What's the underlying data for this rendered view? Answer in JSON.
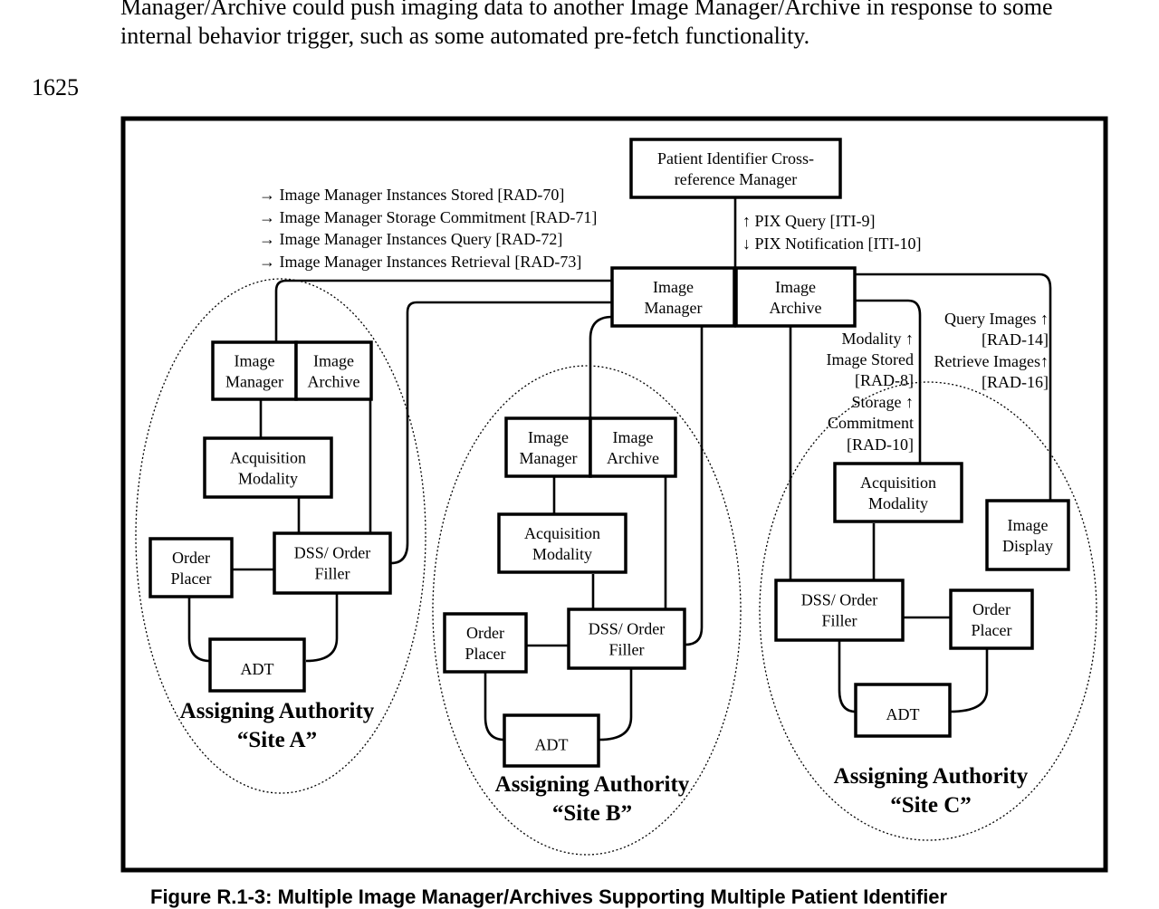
{
  "intro_text": "Manager/Archive could push imaging data to another Image Manager/Archive in response to some internal behavior trigger, such as some automated pre-fetch functionality.",
  "line_number": "1625",
  "caption": "Figure R.1-3: Multiple Image Manager/Archives Supporting Multiple Patient Identifier",
  "boxes": {
    "pix": [
      "Patient Identifier Cross-",
      "reference Manager"
    ],
    "central_manager": [
      "Image",
      "Manager"
    ],
    "central_archive": [
      "Image",
      "Archive"
    ],
    "a_manager": [
      "Image",
      "Manager"
    ],
    "a_archive": [
      "Image",
      "Archive"
    ],
    "a_modality": [
      "Acquisition",
      "Modality"
    ],
    "a_order_placer": [
      "Order",
      "Placer"
    ],
    "a_dss": [
      "DSS/ Order",
      "Filler"
    ],
    "a_adt": [
      "ADT"
    ],
    "b_manager": [
      "Image",
      "Manager"
    ],
    "b_archive": [
      "Image",
      "Archive"
    ],
    "b_modality": [
      "Acquisition",
      "Modality"
    ],
    "b_order_placer": [
      "Order",
      "Placer"
    ],
    "b_dss": [
      "DSS/ Order",
      "Filler"
    ],
    "b_adt": [
      "ADT"
    ],
    "c_modality": [
      "Acquisition",
      "Modality"
    ],
    "c_display": [
      "Image",
      "Display"
    ],
    "c_dss": [
      "DSS/ Order",
      "Filler"
    ],
    "c_order_placer": [
      "Order",
      "Placer"
    ],
    "c_adt": [
      "ADT"
    ]
  },
  "transactions_im": [
    "→ Image Manager Instances Stored [RAD-70]",
    "→ Image Manager Storage Commitment [RAD-71]",
    "→ Image Manager Instances Query [RAD-72]",
    "→ Image Manager Instances Retrieval [RAD-73]"
  ],
  "transactions_pix": [
    "↑ PIX Query [ITI-9]",
    "↓ PIX Notification [ITI-10]"
  ],
  "transactions_modality": [
    "Modality ↑",
    "Image Stored",
    "[RAD-8]",
    "Storage ↑",
    "Commitment",
    "[RAD-10]"
  ],
  "transactions_display": [
    "Query Images ↑",
    "[RAD-14]",
    "Retrieve Images↑",
    "[RAD-16]"
  ],
  "sites": {
    "a": [
      "Assigning Authority",
      "“Site A”"
    ],
    "b": [
      "Assigning Authority",
      "“Site B”"
    ],
    "c": [
      "Assigning Authority",
      "“Site C”"
    ]
  }
}
